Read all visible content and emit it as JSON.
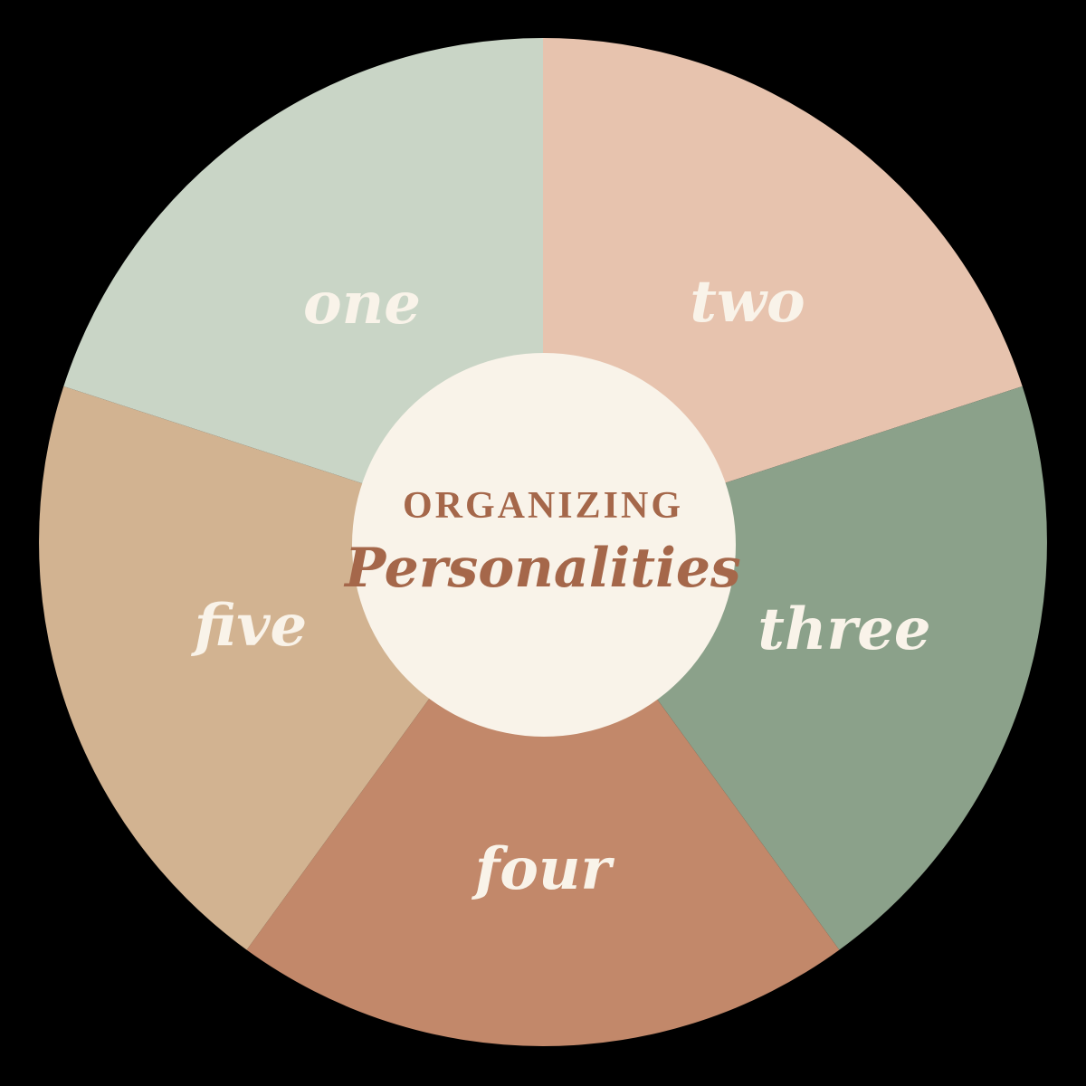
{
  "page": {
    "background_color": "#000000"
  },
  "wheel": {
    "label_color": "#f9f3e9",
    "center": {
      "eyebrow": "ORGANIZING",
      "title": "Personalities",
      "bg_color": "#f9f3e9",
      "text_color": "#a5674a"
    },
    "segments": [
      {
        "id": "one",
        "label": "one",
        "color": "#c9d5c6"
      },
      {
        "id": "two",
        "label": "two",
        "color": "#e7c3ae"
      },
      {
        "id": "three",
        "label": "three",
        "color": "#8ba18a"
      },
      {
        "id": "four",
        "label": "four",
        "color": "#c2886a"
      },
      {
        "id": "five",
        "label": "five",
        "color": "#d2b391"
      }
    ]
  },
  "chart_data": {
    "type": "pie",
    "title": "ORGANIZING Personalities",
    "categories": [
      "one",
      "two",
      "three",
      "four",
      "five"
    ],
    "values": [
      20,
      20,
      20,
      20,
      20
    ],
    "slice_colors": [
      "#c9d5c6",
      "#e7c3ae",
      "#8ba18a",
      "#c2886a",
      "#d2b391"
    ],
    "start_angle_deg": 90,
    "direction": "clockwise",
    "donut_center_label": "ORGANIZING Personalities",
    "legend_position": "none",
    "grid": false
  }
}
